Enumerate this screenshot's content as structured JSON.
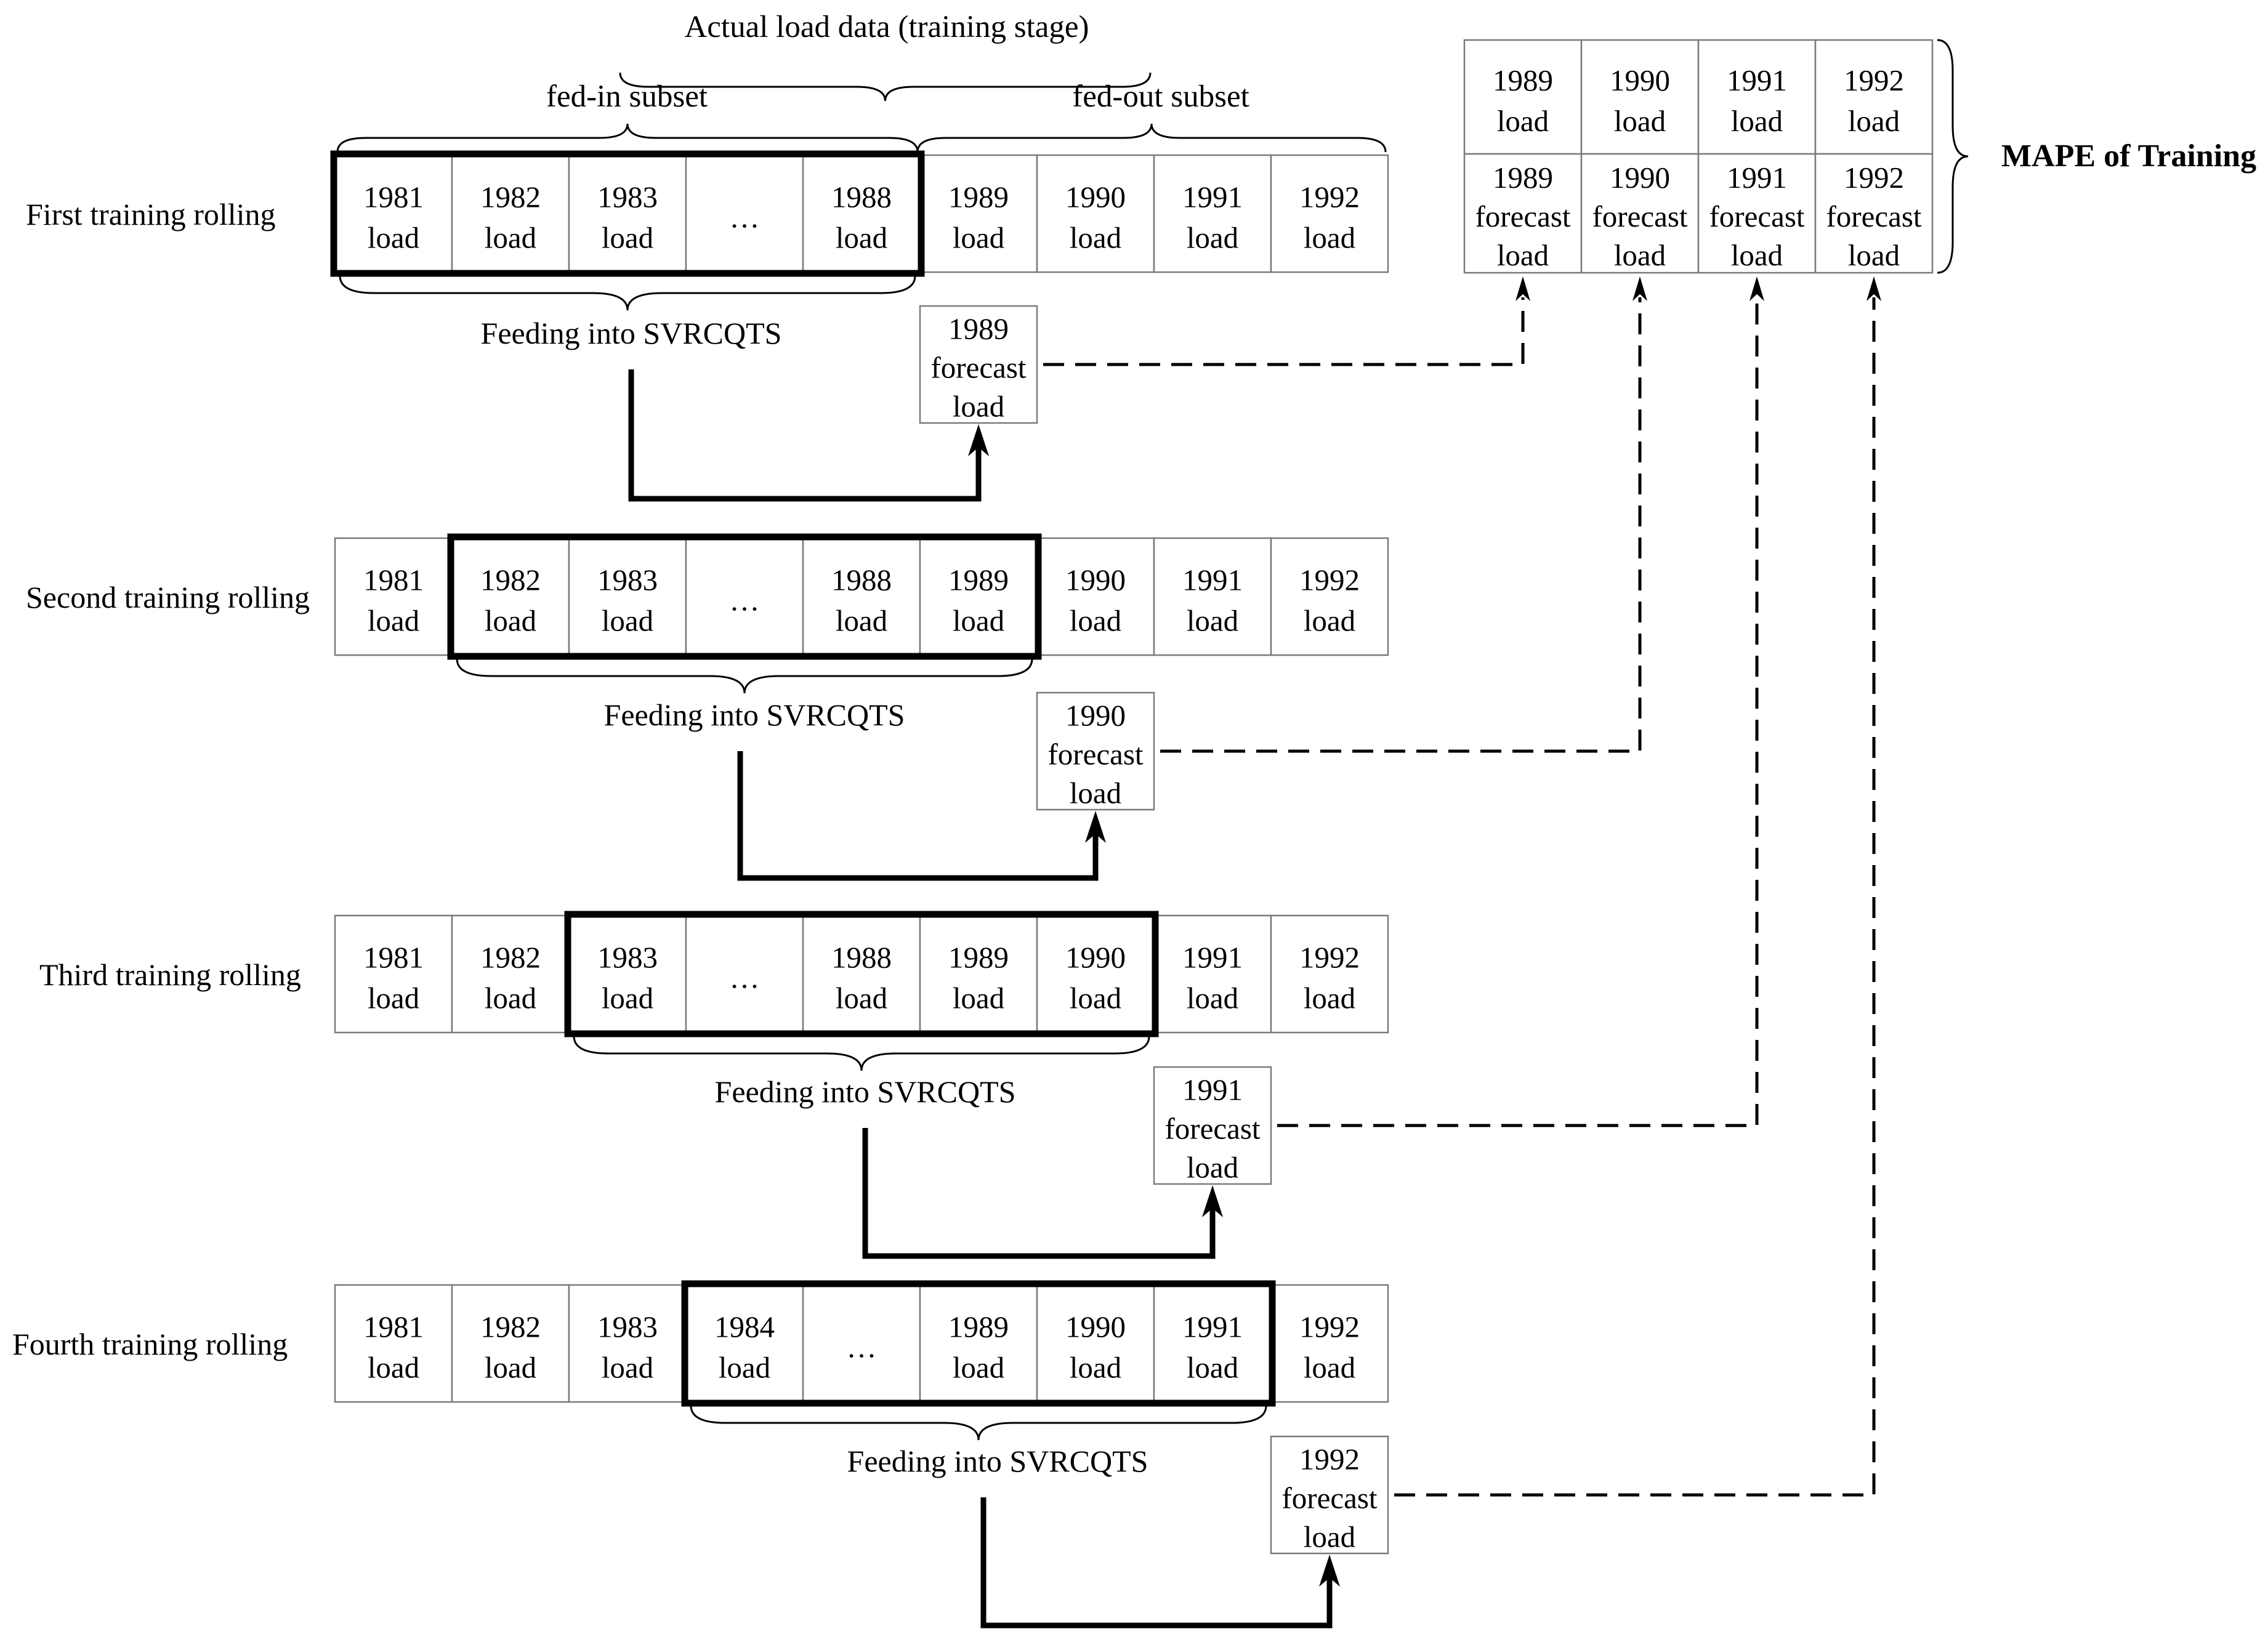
{
  "header": {
    "actual_data_title": "Actual load data (training stage)",
    "fed_in_label": "fed-in subset",
    "fed_out_label": "fed-out subset"
  },
  "feeding_label": "Feeding into SVRCQTS",
  "rollings": [
    {
      "label": "First training rolling",
      "cells": [
        [
          "1981",
          "load"
        ],
        [
          "1982",
          "load"
        ],
        [
          "1983",
          "load"
        ],
        [
          "…"
        ],
        [
          "1988",
          "load"
        ],
        [
          "1989",
          "load"
        ],
        [
          "1990",
          "load"
        ],
        [
          "1991",
          "load"
        ],
        [
          "1992",
          "load"
        ]
      ],
      "window": [
        0,
        4
      ],
      "forecast_cell": 5,
      "forecast": [
        "1989",
        "forecast",
        "load"
      ],
      "mape_column": 0
    },
    {
      "label": "Second training rolling",
      "cells": [
        [
          "1981",
          "load"
        ],
        [
          "1982",
          "load"
        ],
        [
          "1983",
          "load"
        ],
        [
          "…"
        ],
        [
          "1988",
          "load"
        ],
        [
          "1989",
          "load"
        ],
        [
          "1990",
          "load"
        ],
        [
          "1991",
          "load"
        ],
        [
          "1992",
          "load"
        ]
      ],
      "window": [
        1,
        5
      ],
      "forecast_cell": 6,
      "forecast": [
        "1990",
        "forecast",
        "load"
      ],
      "mape_column": 1
    },
    {
      "label": "Third training rolling",
      "cells": [
        [
          "1981",
          "load"
        ],
        [
          "1982",
          "load"
        ],
        [
          "1983",
          "load"
        ],
        [
          "…"
        ],
        [
          "1988",
          "load"
        ],
        [
          "1989",
          "load"
        ],
        [
          "1990",
          "load"
        ],
        [
          "1991",
          "load"
        ],
        [
          "1992",
          "load"
        ]
      ],
      "window": [
        2,
        6
      ],
      "forecast_cell": 7,
      "forecast": [
        "1991",
        "forecast",
        "load"
      ],
      "mape_column": 2
    },
    {
      "label": "Fourth training rolling",
      "cells": [
        [
          "1981",
          "load"
        ],
        [
          "1982",
          "load"
        ],
        [
          "1983",
          "load"
        ],
        [
          "1984",
          "load"
        ],
        [
          "…"
        ],
        [
          "1989",
          "load"
        ],
        [
          "1990",
          "load"
        ],
        [
          "1991",
          "load"
        ],
        [
          "1992",
          "load"
        ]
      ],
      "window": [
        3,
        7
      ],
      "forecast_cell": 8,
      "forecast": [
        "1992",
        "forecast",
        "load"
      ],
      "mape_column": 3
    }
  ],
  "mape_table": {
    "actual_row": [
      [
        "1989",
        "load"
      ],
      [
        "1990",
        "load"
      ],
      [
        "1991",
        "load"
      ],
      [
        "1992",
        "load"
      ]
    ],
    "forecast_row": [
      [
        "1989",
        "forecast",
        "load"
      ],
      [
        "1990",
        "forecast",
        "load"
      ],
      [
        "1991",
        "forecast",
        "load"
      ],
      [
        "1992",
        "forecast",
        "load"
      ]
    ],
    "label": "MAPE of Training"
  },
  "colors": {
    "ink": "#000000",
    "cell_border": "#7a7a7a",
    "background": "#ffffff"
  }
}
